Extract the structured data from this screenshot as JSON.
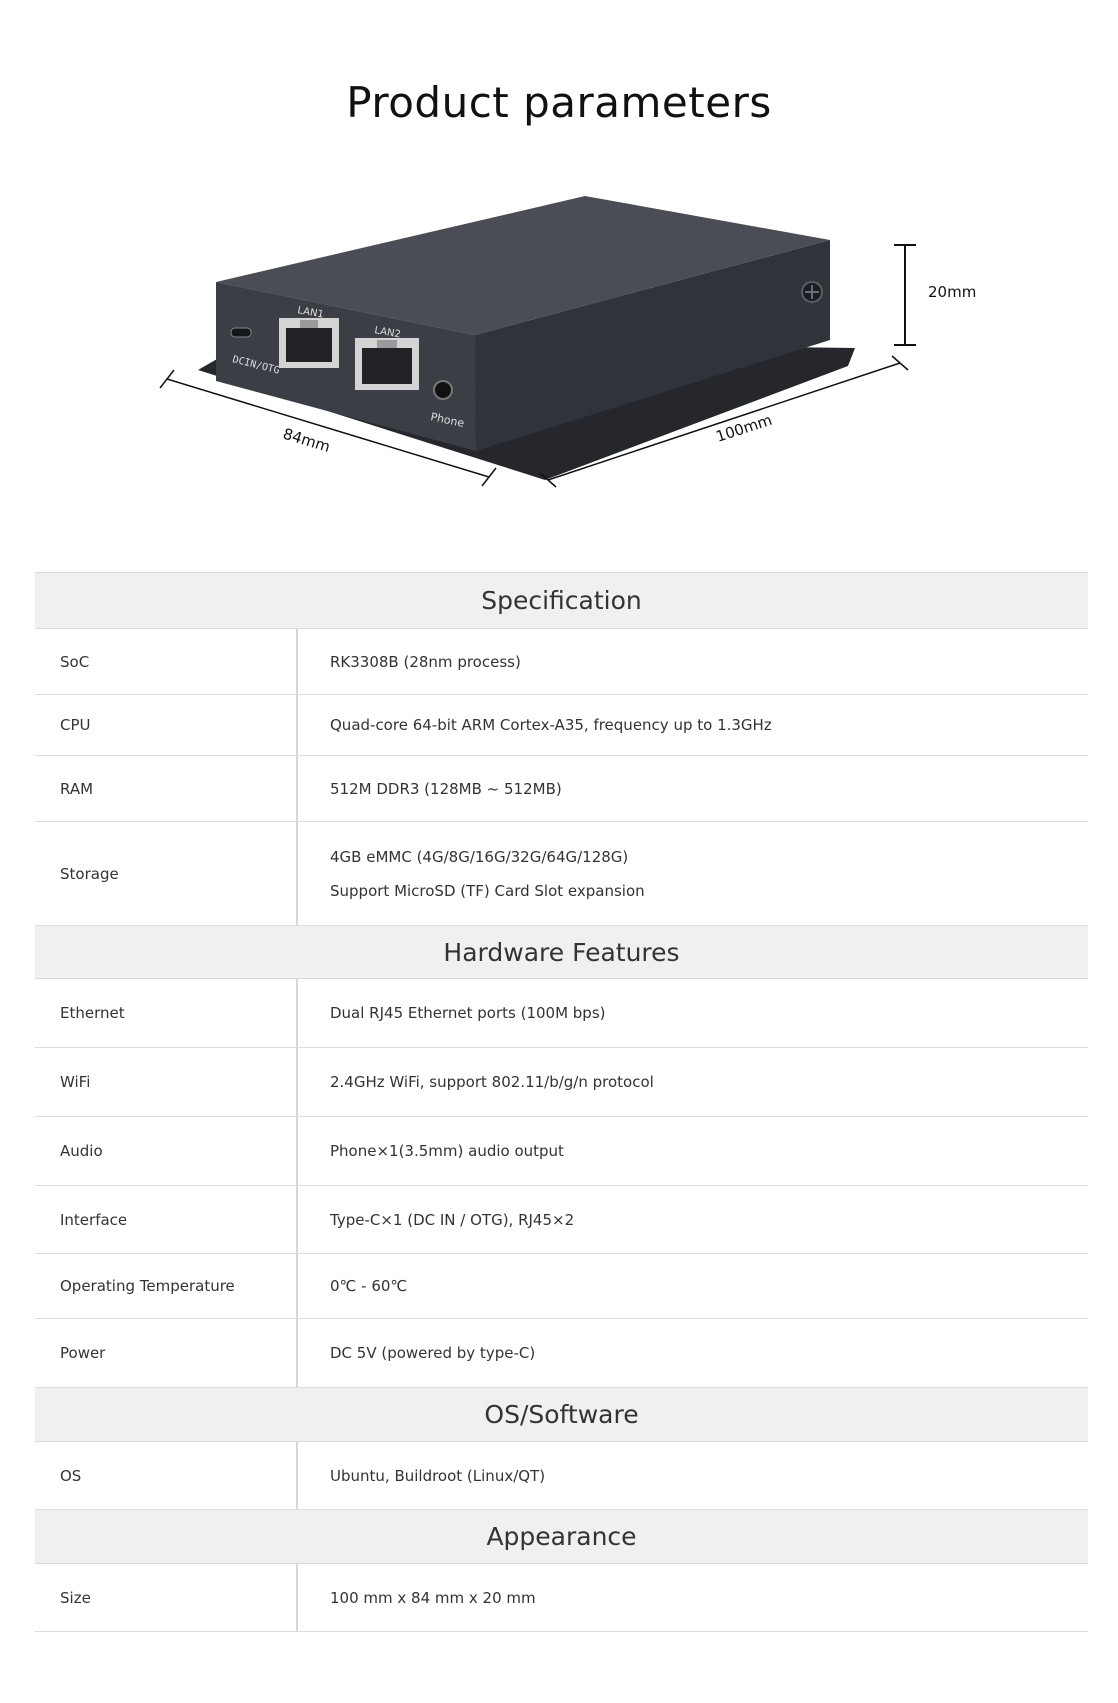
{
  "page": {
    "title": "Product parameters"
  },
  "figure": {
    "height_label": "20mm",
    "width_label": "84mm",
    "length_label": "100mm",
    "port_labels": {
      "dc": "DCIN/OTG",
      "lan1": "LAN1",
      "lan2": "LAN2",
      "phone": "Phone"
    },
    "colors": {
      "device": "#3b3e45",
      "device_top": "#4a4d55",
      "device_dark": "#25272c",
      "line": "#111111"
    }
  },
  "sections": [
    {
      "title": "Specification",
      "rows": [
        {
          "label": "SoC",
          "values": [
            "RK3308B (28nm process)"
          ]
        },
        {
          "label": "CPU",
          "values": [
            "Quad-core 64-bit ARM Cortex-A35, frequency up to 1.3GHz"
          ]
        },
        {
          "label": "RAM",
          "values": [
            "512M DDR3 (128MB ~ 512MB)"
          ]
        },
        {
          "label": "Storage",
          "values": [
            "4GB eMMC (4G/8G/16G/32G/64G/128G)",
            "Support MicroSD (TF) Card Slot expansion"
          ]
        }
      ]
    },
    {
      "title": "Hardware Features",
      "rows": [
        {
          "label": "Ethernet",
          "values": [
            "Dual RJ45 Ethernet ports (100M bps)"
          ]
        },
        {
          "label": "WiFi",
          "values": [
            "2.4GHz WiFi, support 802.11/b/g/n protocol"
          ]
        },
        {
          "label": "Audio",
          "values": [
            "Phone×1(3.5mm) audio output"
          ]
        },
        {
          "label": "Interface",
          "values": [
            "Type-C×1 (DC IN / OTG), RJ45×2"
          ]
        },
        {
          "label": "Operating Temperature",
          "values": [
            "0℃ - 60℃"
          ]
        },
        {
          "label": "Power",
          "values": [
            "DC 5V (powered by type-C)"
          ]
        }
      ]
    },
    {
      "title": "OS/Software",
      "rows": [
        {
          "label": "OS",
          "values": [
            "Ubuntu, Buildroot (Linux/QT)"
          ]
        }
      ]
    },
    {
      "title": "Appearance",
      "rows": [
        {
          "label": "Size",
          "values": [
            "100 mm x 84 mm x 20 mm"
          ]
        }
      ]
    }
  ]
}
